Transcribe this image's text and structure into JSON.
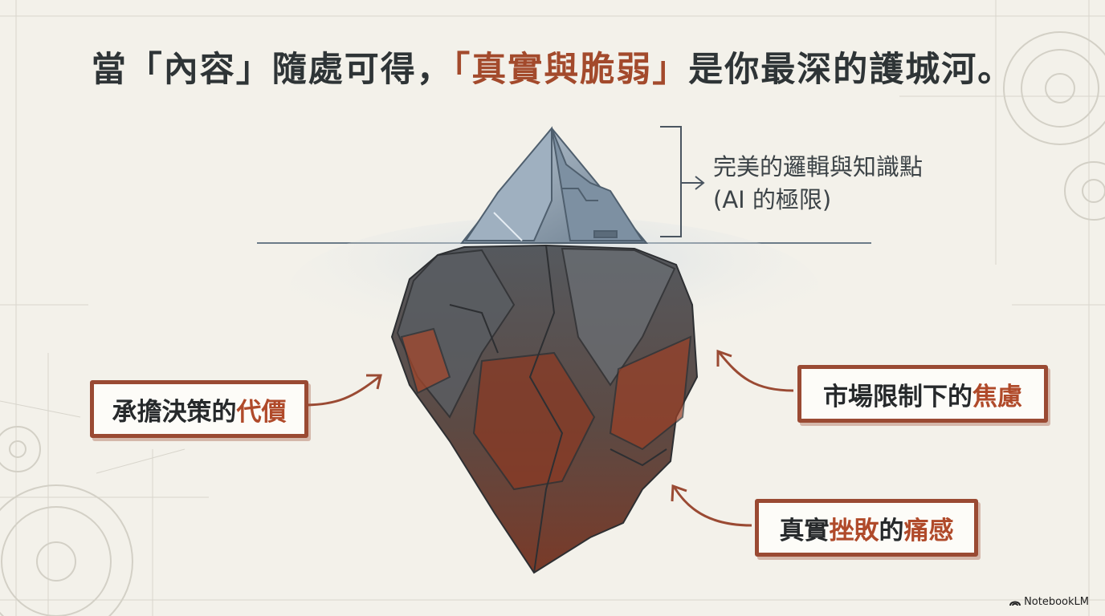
{
  "title": {
    "part1": "當「內容」隨處可得，",
    "accent": "「真實與脆弱」",
    "part2": "是你最深的護城河。"
  },
  "top_label": {
    "line1": "完美的邏輯與知識點",
    "line2": "(AI 的極限)"
  },
  "callouts": [
    {
      "plain": "承擔決策的",
      "highlight": "代價"
    },
    {
      "plain": "市場限制下的",
      "highlight": "焦慮"
    },
    {
      "plain_a": "真實",
      "highlight_a": "挫敗",
      "plain_b": "的",
      "highlight_b": "痛感"
    }
  ],
  "brand": "NotebookLM",
  "colors": {
    "background": "#f3f1ea",
    "accent_rust": "#a34a2c",
    "tip_steel": "#8c9dae",
    "rock_dark": "#4a4e53"
  }
}
